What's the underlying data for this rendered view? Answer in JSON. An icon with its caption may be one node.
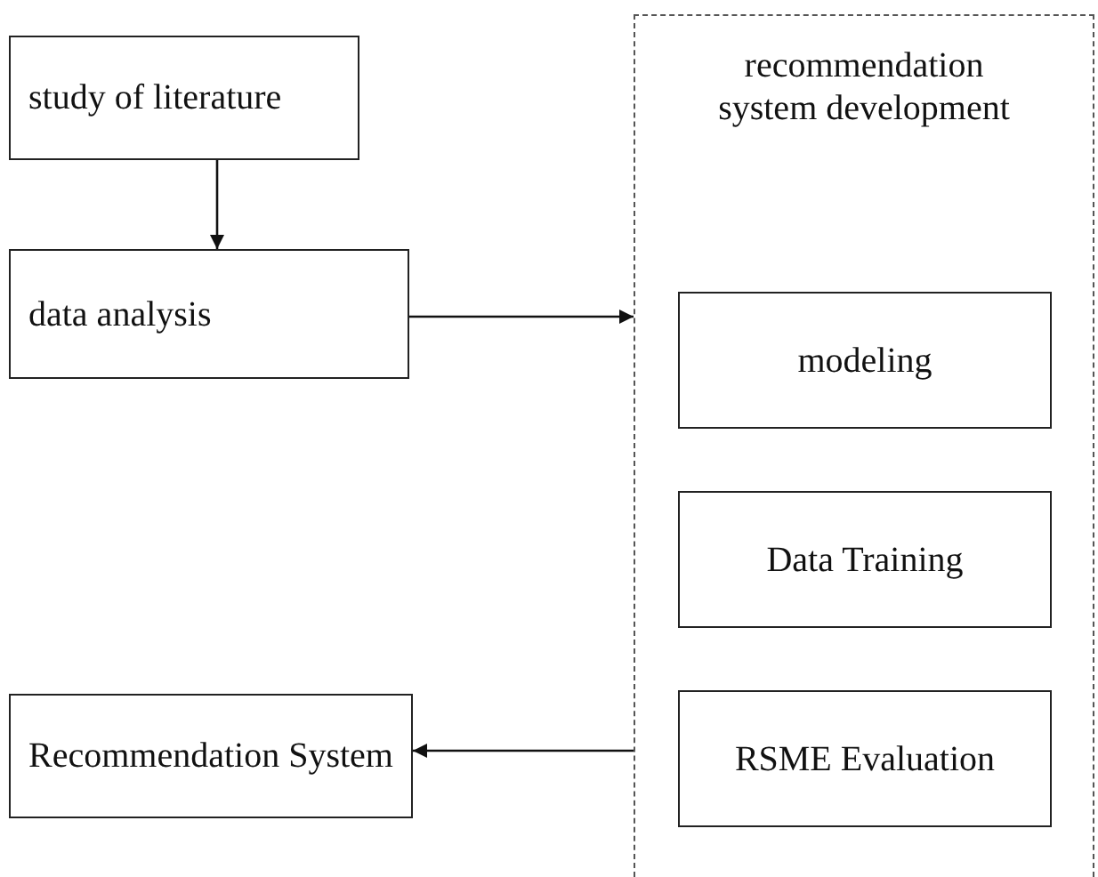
{
  "diagram": {
    "nodes": [
      {
        "text": [
          "study of literature"
        ]
      },
      {
        "text": [
          "data analysis"
        ]
      },
      {
        "text": [
          "recommendation system development"
        ]
      },
      {
        "text": [
          "modeling"
        ],
        "in": 2
      },
      {
        "text": [
          "Data Training"
        ],
        "in": 2
      },
      {
        "text": [
          "RSME Evaluation"
        ],
        "in": 2
      },
      {
        "text": [
          "Recommendation System"
        ]
      }
    ],
    "edges": [
      {
        "from": 0,
        "to": 1,
        "arrow": "to"
      },
      {
        "from": 1,
        "to": 2,
        "arrow": "to"
      },
      {
        "from": 2,
        "to": 6,
        "arrow": "to"
      }
    ]
  }
}
